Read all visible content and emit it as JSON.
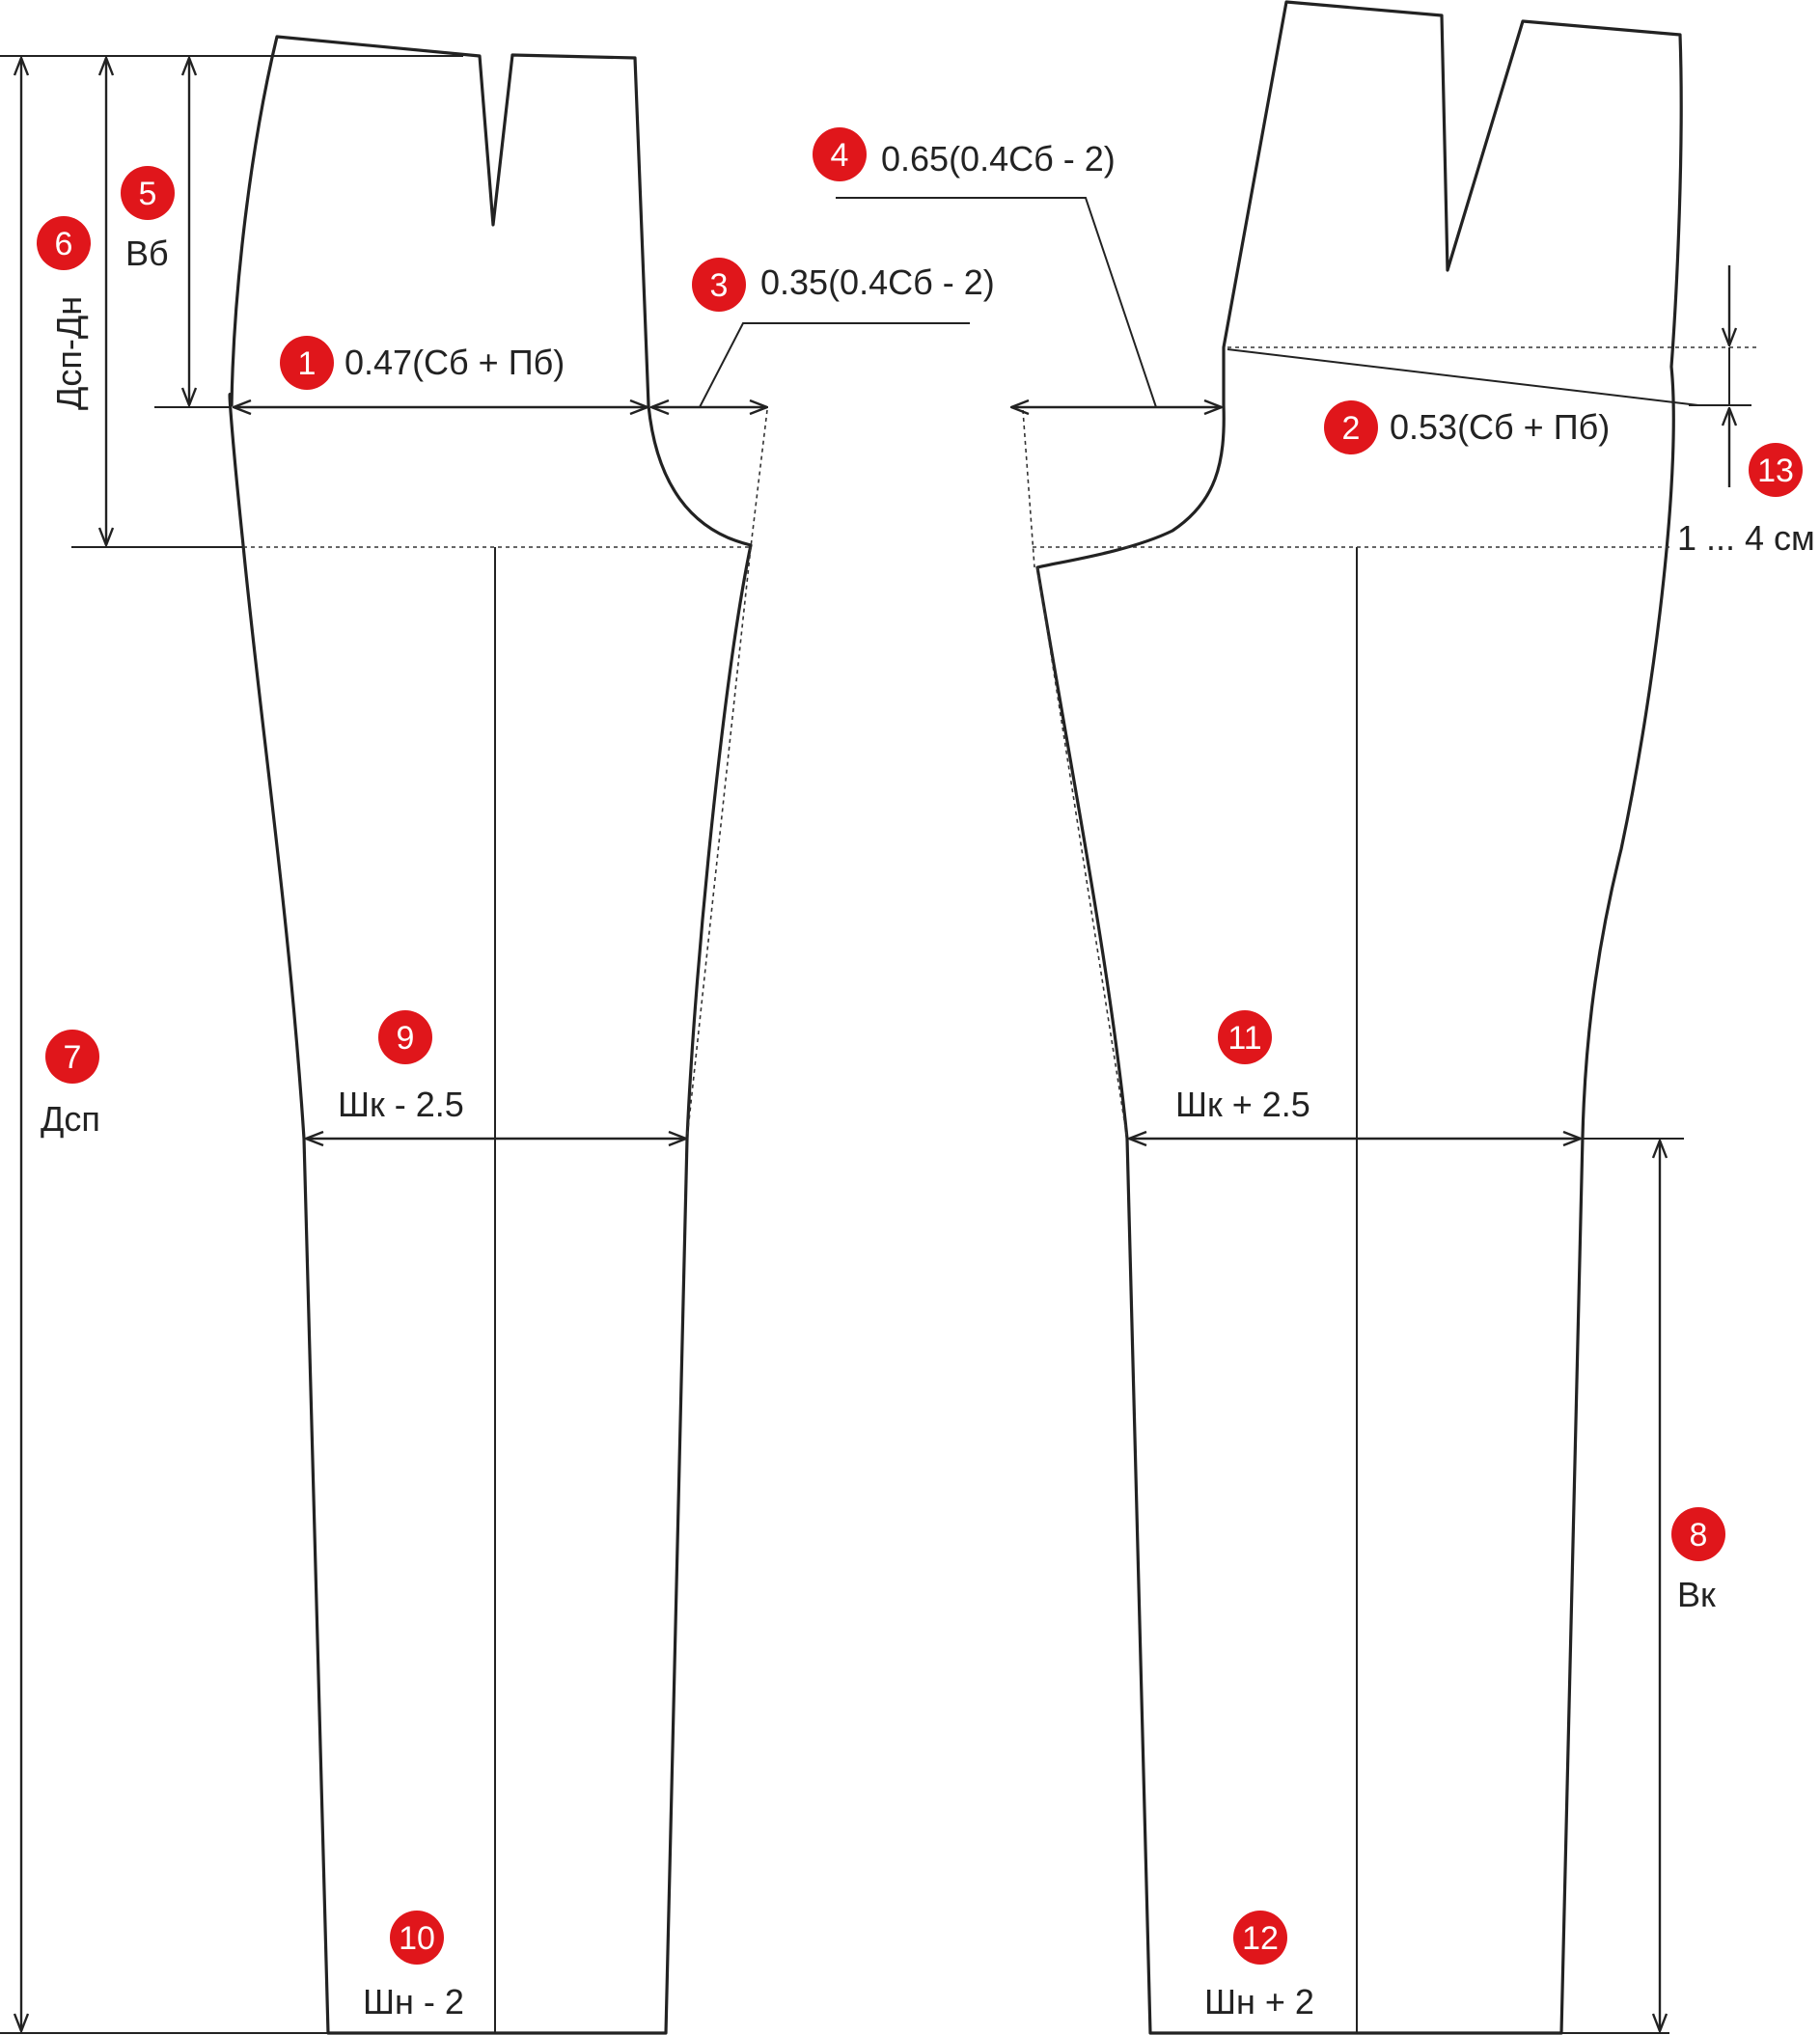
{
  "colors": {
    "badge": "#e0161b",
    "line": "#222222",
    "background": "#ffffff"
  },
  "annotations": [
    {
      "n": "1",
      "text": "0.47(Сб + Пб)"
    },
    {
      "n": "2",
      "text": "0.53(Сб + Пб)"
    },
    {
      "n": "3",
      "text": "0.35(0.4Сб - 2)"
    },
    {
      "n": "4",
      "text": "0.65(0.4Сб - 2)"
    },
    {
      "n": "5",
      "text": "Вб"
    },
    {
      "n": "6",
      "text": "Дсп-Дн"
    },
    {
      "n": "7",
      "text": "Дсп"
    },
    {
      "n": "8",
      "text": "Вк"
    },
    {
      "n": "9",
      "text": "Шк - 2.5"
    },
    {
      "n": "10",
      "text": "Шн - 2"
    },
    {
      "n": "11",
      "text": "Шк + 2.5"
    },
    {
      "n": "12",
      "text": "Шн + 2"
    },
    {
      "n": "13",
      "text": "1 ... 4 см"
    }
  ]
}
